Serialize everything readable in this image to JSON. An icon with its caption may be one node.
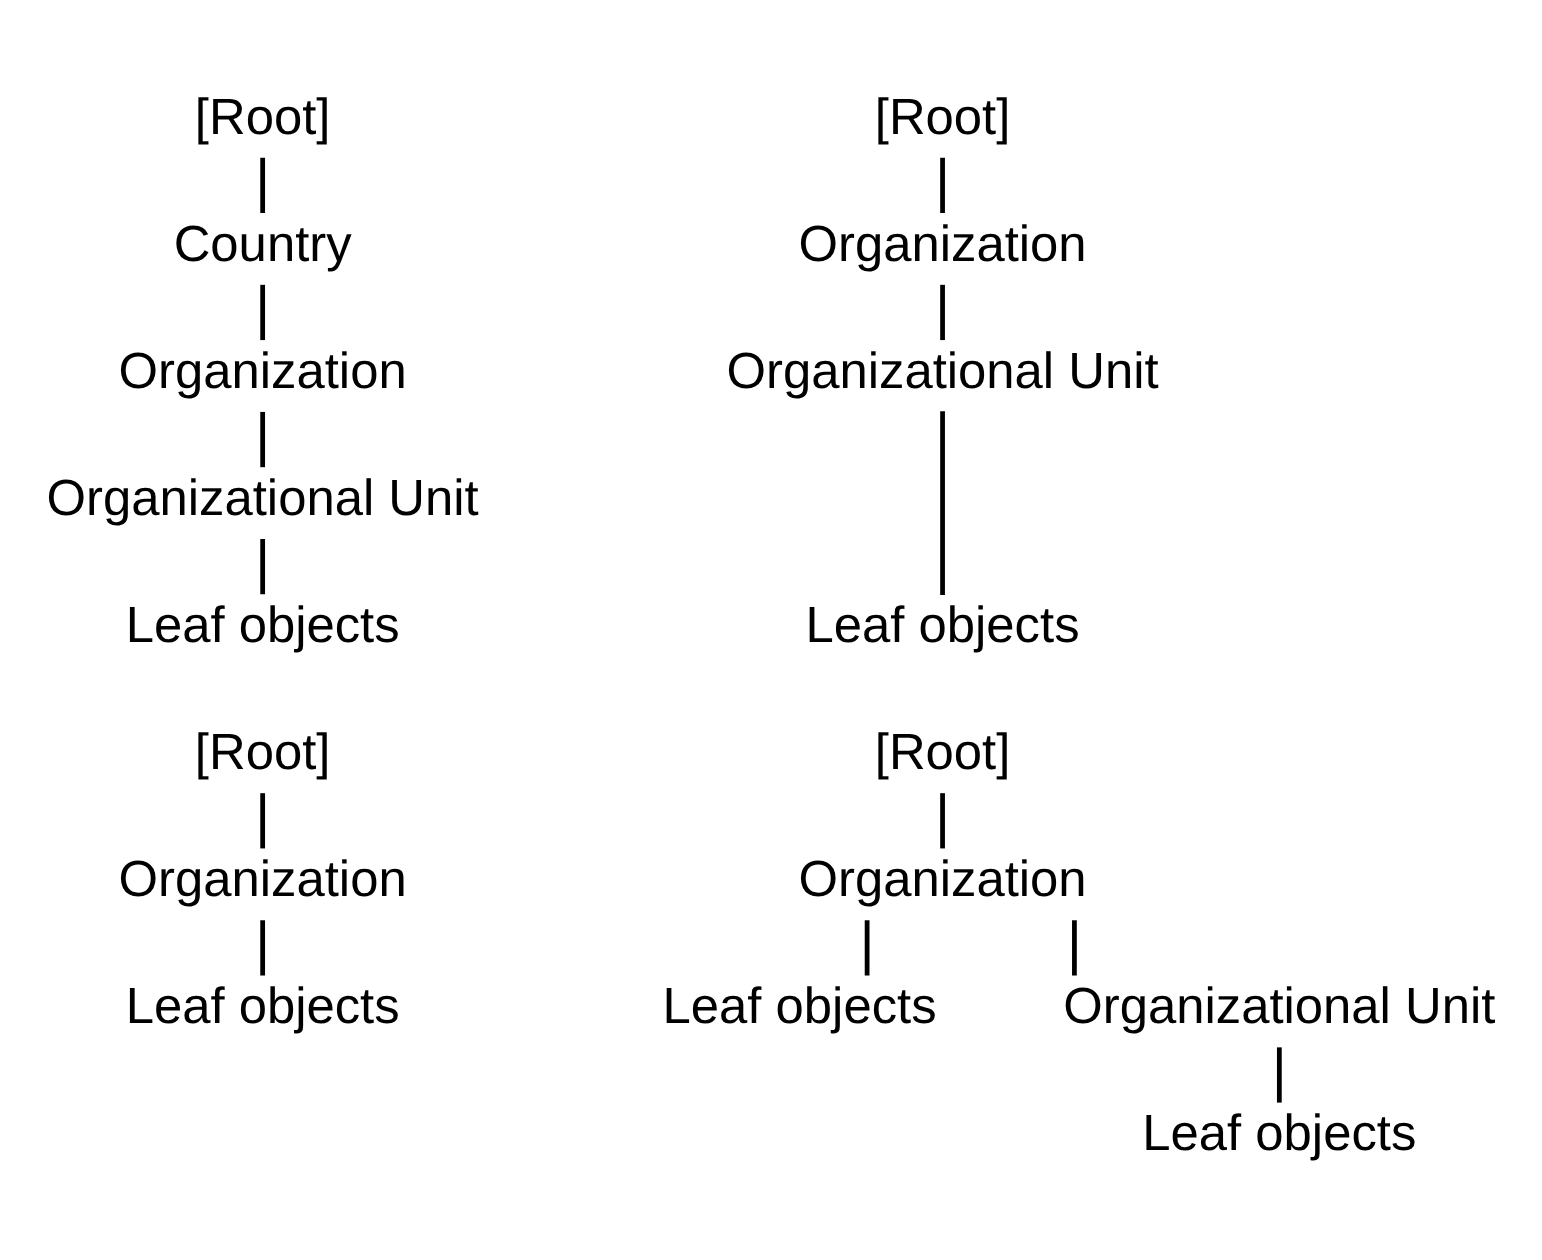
{
  "diagram": {
    "nodes": [
      {
        "text": [
          "[Root]"
        ]
      },
      {
        "text": [
          "Country"
        ]
      },
      {
        "text": [
          "Organization"
        ]
      },
      {
        "text": [
          "Organizational Unit"
        ]
      },
      {
        "text": [
          "Leaf objects"
        ]
      },
      {
        "text": [
          "[Root]"
        ]
      },
      {
        "text": [
          "Organization"
        ]
      },
      {
        "text": [
          "Organizational Unit"
        ]
      },
      {
        "text": [
          "Leaf objects"
        ]
      },
      {
        "text": [
          "[Root]"
        ]
      },
      {
        "text": [
          "Organization"
        ]
      },
      {
        "text": [
          "Leaf objects"
        ]
      },
      {
        "text": [
          "[Root]"
        ]
      },
      {
        "text": [
          "Organization"
        ]
      },
      {
        "text": [
          "Leaf objects"
        ]
      },
      {
        "text": [
          "Organizational Unit"
        ]
      },
      {
        "text": [
          "Leaf objects"
        ]
      }
    ],
    "edges": [
      {
        "from": 0,
        "to": 1,
        "arrow": "none"
      },
      {
        "from": 1,
        "to": 2,
        "arrow": "none"
      },
      {
        "from": 2,
        "to": 3,
        "arrow": "none"
      },
      {
        "from": 3,
        "to": 4,
        "arrow": "none"
      },
      {
        "from": 5,
        "to": 6,
        "arrow": "none"
      },
      {
        "from": 6,
        "to": 7,
        "arrow": "none"
      },
      {
        "from": 7,
        "to": 8,
        "arrow": "none"
      },
      {
        "from": 9,
        "to": 10,
        "arrow": "none"
      },
      {
        "from": 10,
        "to": 11,
        "arrow": "none"
      },
      {
        "from": 12,
        "to": 13,
        "arrow": "none"
      },
      {
        "from": 13,
        "to": 14,
        "arrow": "none"
      },
      {
        "from": 13,
        "to": 15,
        "arrow": "none"
      },
      {
        "from": 15,
        "to": 16,
        "arrow": "none"
      }
    ]
  }
}
